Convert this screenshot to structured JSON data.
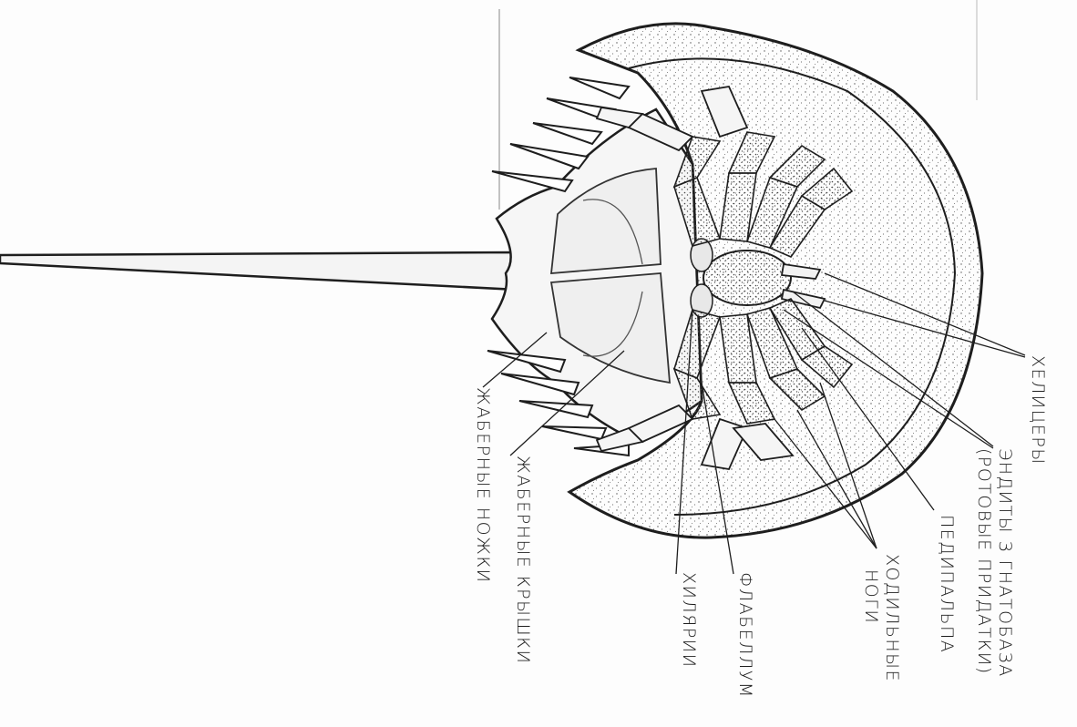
{
  "figure": {
    "background": "#fdfdfd",
    "ink": "#1e1e1e",
    "labels": {
      "chelicerae": "ХЕЛИЦЕРЫ",
      "endites_line1": "ЭНДИТЫ З ГНАТОБАЗА",
      "endites_line2": "(РОТОВЫЕ ПРИДАТКИ)",
      "pedipalps": "ПЕДИПАЛЬПА",
      "walking_legs_line1": "ХОДИЛЬНЫЕ",
      "walking_legs_line2": "НОГИ",
      "flabellum": "ФЛАБЕЛЛУМ",
      "chilaria": "ХИЛЯРИИ",
      "gill_covers": "ЖАБЕРНЫЕ КРЫШКИ",
      "gill_legs": "ЖАБЕРНЫЕ НОЖКИ"
    }
  }
}
